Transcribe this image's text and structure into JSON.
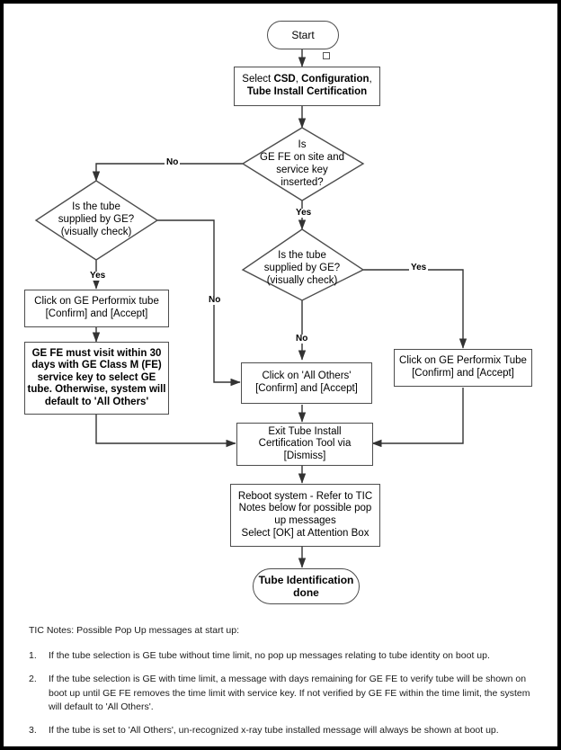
{
  "diagram": {
    "type": "flowchart",
    "title_artifact": "small-square-marker",
    "nodes": [
      {
        "id": "start",
        "shape": "terminal",
        "text": "Start"
      },
      {
        "id": "select_csd",
        "shape": "process",
        "text": "Select CSD, Configuration, Tube Install Certification",
        "rich": [
          {
            "t": "Select ",
            "bold": false
          },
          {
            "t": "CSD",
            "bold": true
          },
          {
            "t": ", ",
            "bold": false
          },
          {
            "t": "Configuration",
            "bold": true
          },
          {
            "t": ",",
            "bold": false
          },
          {
            "t": "Tube Install Certification",
            "bold": true
          }
        ]
      },
      {
        "id": "dec_fe_onsite",
        "shape": "decision",
        "line1": "Is",
        "line2": "GE FE on site and",
        "line3": "service key",
        "line4": "inserted?"
      },
      {
        "id": "dec_tube_left",
        "shape": "decision",
        "line1": "Is the tube",
        "line2": "supplied by GE?",
        "line3": "(visually check)"
      },
      {
        "id": "dec_tube_right",
        "shape": "decision",
        "line1": "Is the tube",
        "line2": "supplied by GE?",
        "line3": "(visually check)"
      },
      {
        "id": "click_perf_left",
        "shape": "process",
        "line1": "Click on GE Performix tube",
        "line2": "[Confirm] and [Accept]"
      },
      {
        "id": "fe_visit_note",
        "shape": "process",
        "bold": true,
        "line1": "GE FE must visit within 30",
        "line2": "days with GE Class M (FE)",
        "line3": "service key to select GE",
        "line4": "tube.  Otherwise, system will",
        "line5": "default to 'All Others'"
      },
      {
        "id": "click_perf_right",
        "shape": "process",
        "line1": "Click on GE Performix Tube",
        "line2": "[Confirm] and [Accept]"
      },
      {
        "id": "click_all_others",
        "shape": "process",
        "line1": "Click on 'All Others'",
        "line2": "[Confirm] and [Accept]"
      },
      {
        "id": "exit_tic",
        "shape": "process",
        "line1": "Exit Tube Install",
        "line2": "Certification Tool via",
        "line3": "[Dismiss]"
      },
      {
        "id": "reboot",
        "shape": "process",
        "line1": "Reboot system - Refer to TIC",
        "line2": "Notes below for possible pop",
        "line3": "up messages",
        "line4": "Select [OK] at Attention Box"
      },
      {
        "id": "done",
        "shape": "terminal",
        "bold": true,
        "line1": "Tube Identification",
        "line2": "done"
      }
    ],
    "edge_labels": {
      "no_from_fe_onsite": "No",
      "yes_from_fe_onsite": "Yes",
      "yes_from_tube_left": "Yes",
      "no_from_tube_left": "No",
      "yes_from_tube_right": "Yes",
      "no_from_tube_right": "No"
    },
    "colors": {
      "page_border": "#000000",
      "node_border": "#4d4d4d",
      "connector": "#333333",
      "text": "#000000",
      "background": "#ffffff"
    }
  },
  "notes": {
    "heading": "TIC Notes:  Possible Pop Up messages at start up:",
    "items": [
      {
        "num": "1.",
        "text": "If the tube selection is GE tube without time limit,  no pop up messages relating to tube identity on boot up."
      },
      {
        "num": "2.",
        "text": "If the tube selection is GE with time limit, a message with days remaining for GE FE to verify tube will be shown on boot up until GE FE removes the time limit with service key.  If not verified by GE FE within the time limit, the system will default to 'All Others'."
      },
      {
        "num": "3.",
        "text": "If the tube is set to 'All Others', un-recognized x-ray tube installed message will always be shown at boot up."
      }
    ]
  }
}
